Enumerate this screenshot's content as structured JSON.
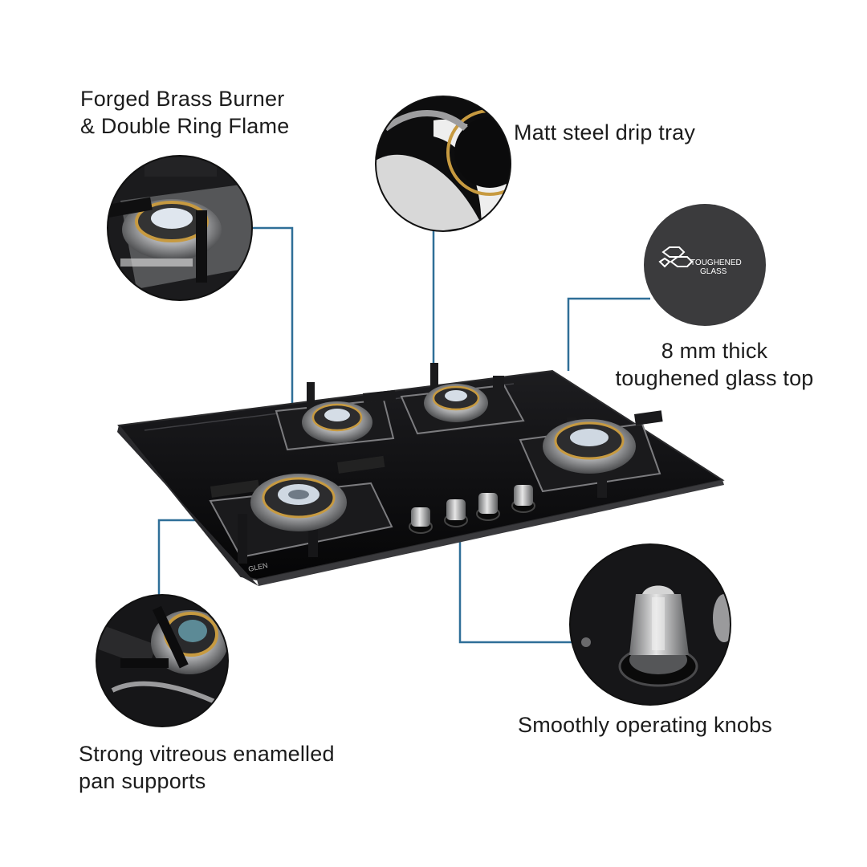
{
  "features": {
    "brass_burner": {
      "line1": "Forged Brass Burner",
      "line2": "& Double Ring Flame"
    },
    "drip_tray": {
      "label": "Matt steel drip tray"
    },
    "glass_top": {
      "line1": "8 mm thick",
      "line2": "toughened glass top"
    },
    "knobs": {
      "label": "Smoothly operating knobs"
    },
    "pan_supports": {
      "line1": "Strong vitreous enamelled",
      "line2": "pan supports"
    }
  },
  "badge": {
    "line1": "TOUGHENED",
    "line2": "GLASS"
  },
  "hob_brand": "GLEN",
  "colors": {
    "callout_line": "#2f6f98",
    "glass": "#0d0d0f",
    "badge_bg": "#3b3b3d"
  }
}
